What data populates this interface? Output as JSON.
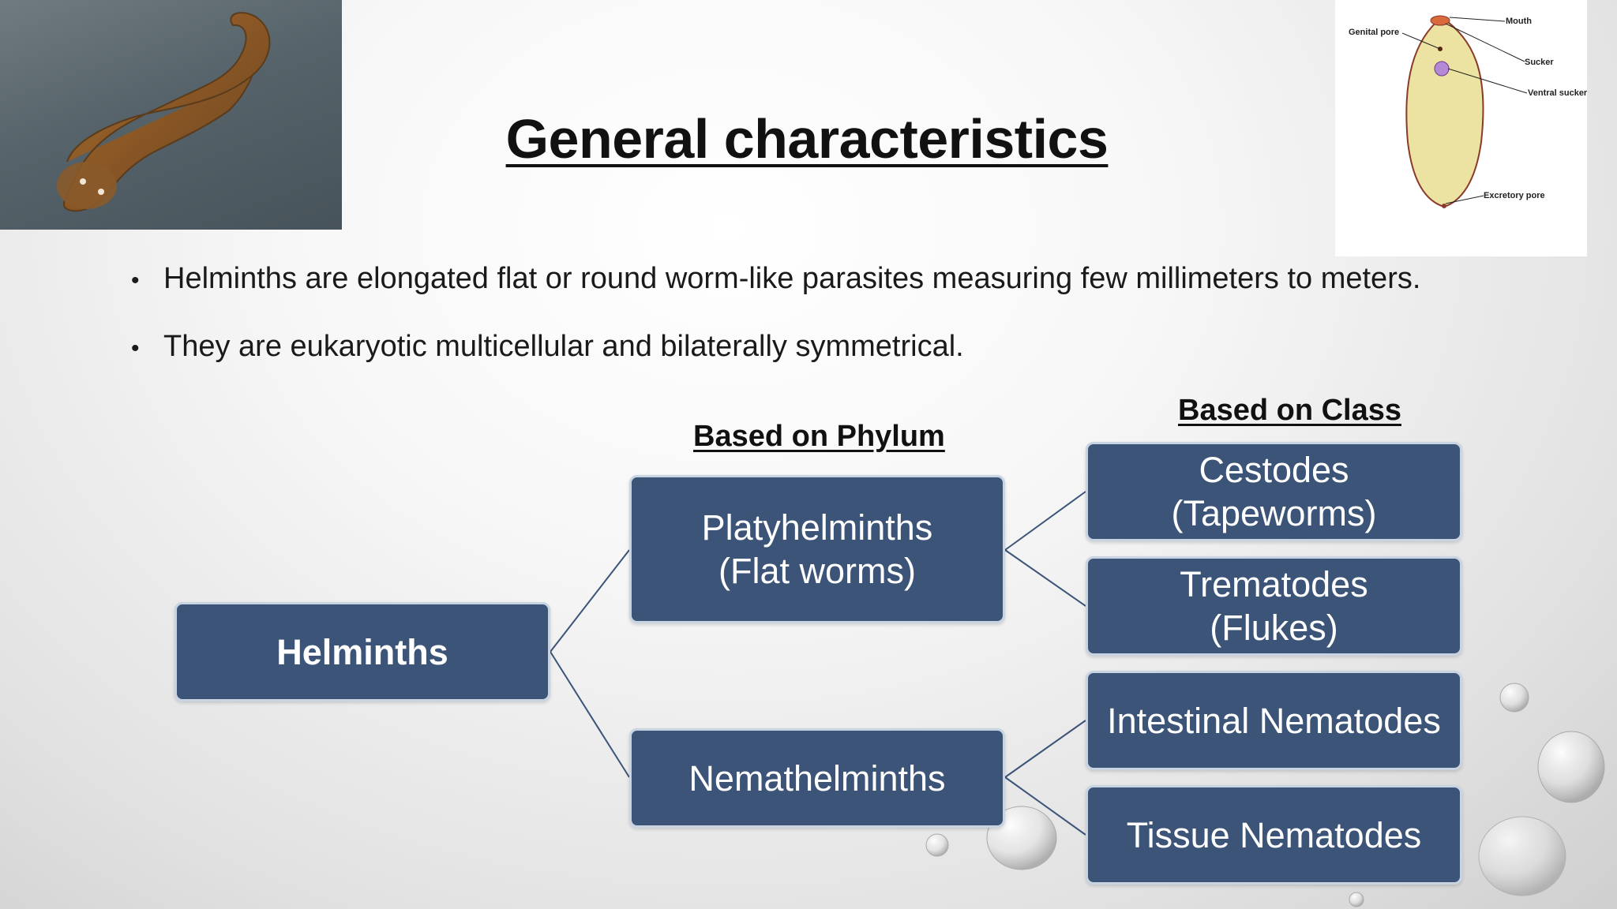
{
  "title": "General characteristics",
  "bullets": [
    "Helminths are elongated flat or round worm-like parasites measuring few millimeters to meters.",
    "They are eukaryotic multicellular and bilaterally symmetrical."
  ],
  "headings": {
    "phylum": "Based on Phylum ",
    "class": "Based on Class"
  },
  "tree": {
    "root": "Helminths",
    "phyla": [
      {
        "label": "Platyhelminths\n(Flat worms)",
        "classes": [
          "Cestodes\n(Tapeworms)",
          "Trematodes\n(Flukes)"
        ]
      },
      {
        "label": "Nemathelminths",
        "classes": [
          "Intestinal Nematodes",
          "Tissue Nematodes"
        ]
      }
    ]
  },
  "fluke_labels": {
    "mouth": "Mouth",
    "genital_pore": "Genital pore",
    "sucker": "Sucker",
    "ventral_sucker": "Ventral sucker",
    "excretory_pore": "Excretory pore"
  },
  "colors": {
    "box_fill": "#3b5478",
    "box_border": "#c9d4e3",
    "connector": "#3b5478",
    "fluke_body": "#ece3a2"
  }
}
